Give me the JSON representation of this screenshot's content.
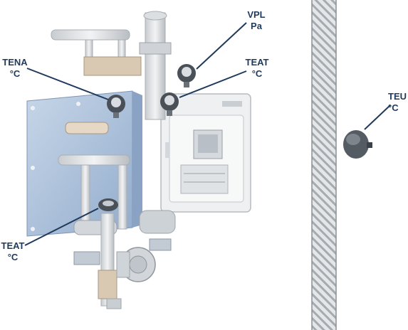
{
  "labels": {
    "vpl": {
      "code": "VPL",
      "unit": "Pa"
    },
    "teat_upper": {
      "code": "TEAT",
      "unit": "°C"
    },
    "tena": {
      "code": "TENA",
      "unit": "°C"
    },
    "teat_lower": {
      "code": "TEAT",
      "unit": "°C"
    },
    "teu": {
      "code": "TEU",
      "unit": "°C"
    }
  },
  "colors": {
    "label_text": "#1f3a5c",
    "leader_line": "#1f3a5c",
    "heat_exchanger": "#a9bfd9",
    "cabinet": "#eceeef",
    "wall_hatch": "#9da3a8",
    "sensor_dark": "#4a5058"
  }
}
